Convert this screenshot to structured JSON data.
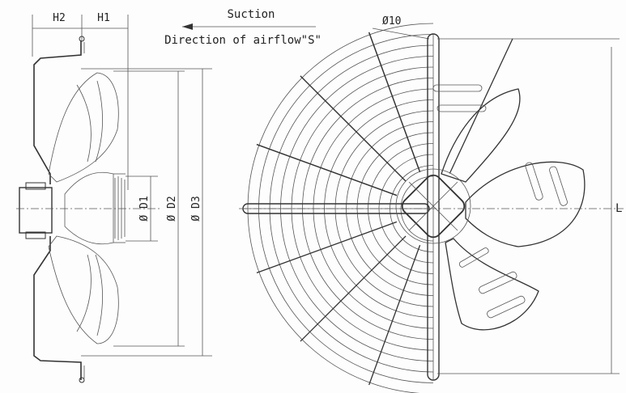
{
  "labels": {
    "h2": "H2",
    "h1": "H1",
    "suction": "Suction",
    "airflow": "Direction of airflow\"S\"",
    "d1": "Ø D1",
    "d2": "Ø D2",
    "d3": "Ø D3",
    "phi10": "Ø10",
    "l": "L"
  },
  "colors": {
    "ink": "#333333",
    "paper": "#fdfdfd"
  }
}
